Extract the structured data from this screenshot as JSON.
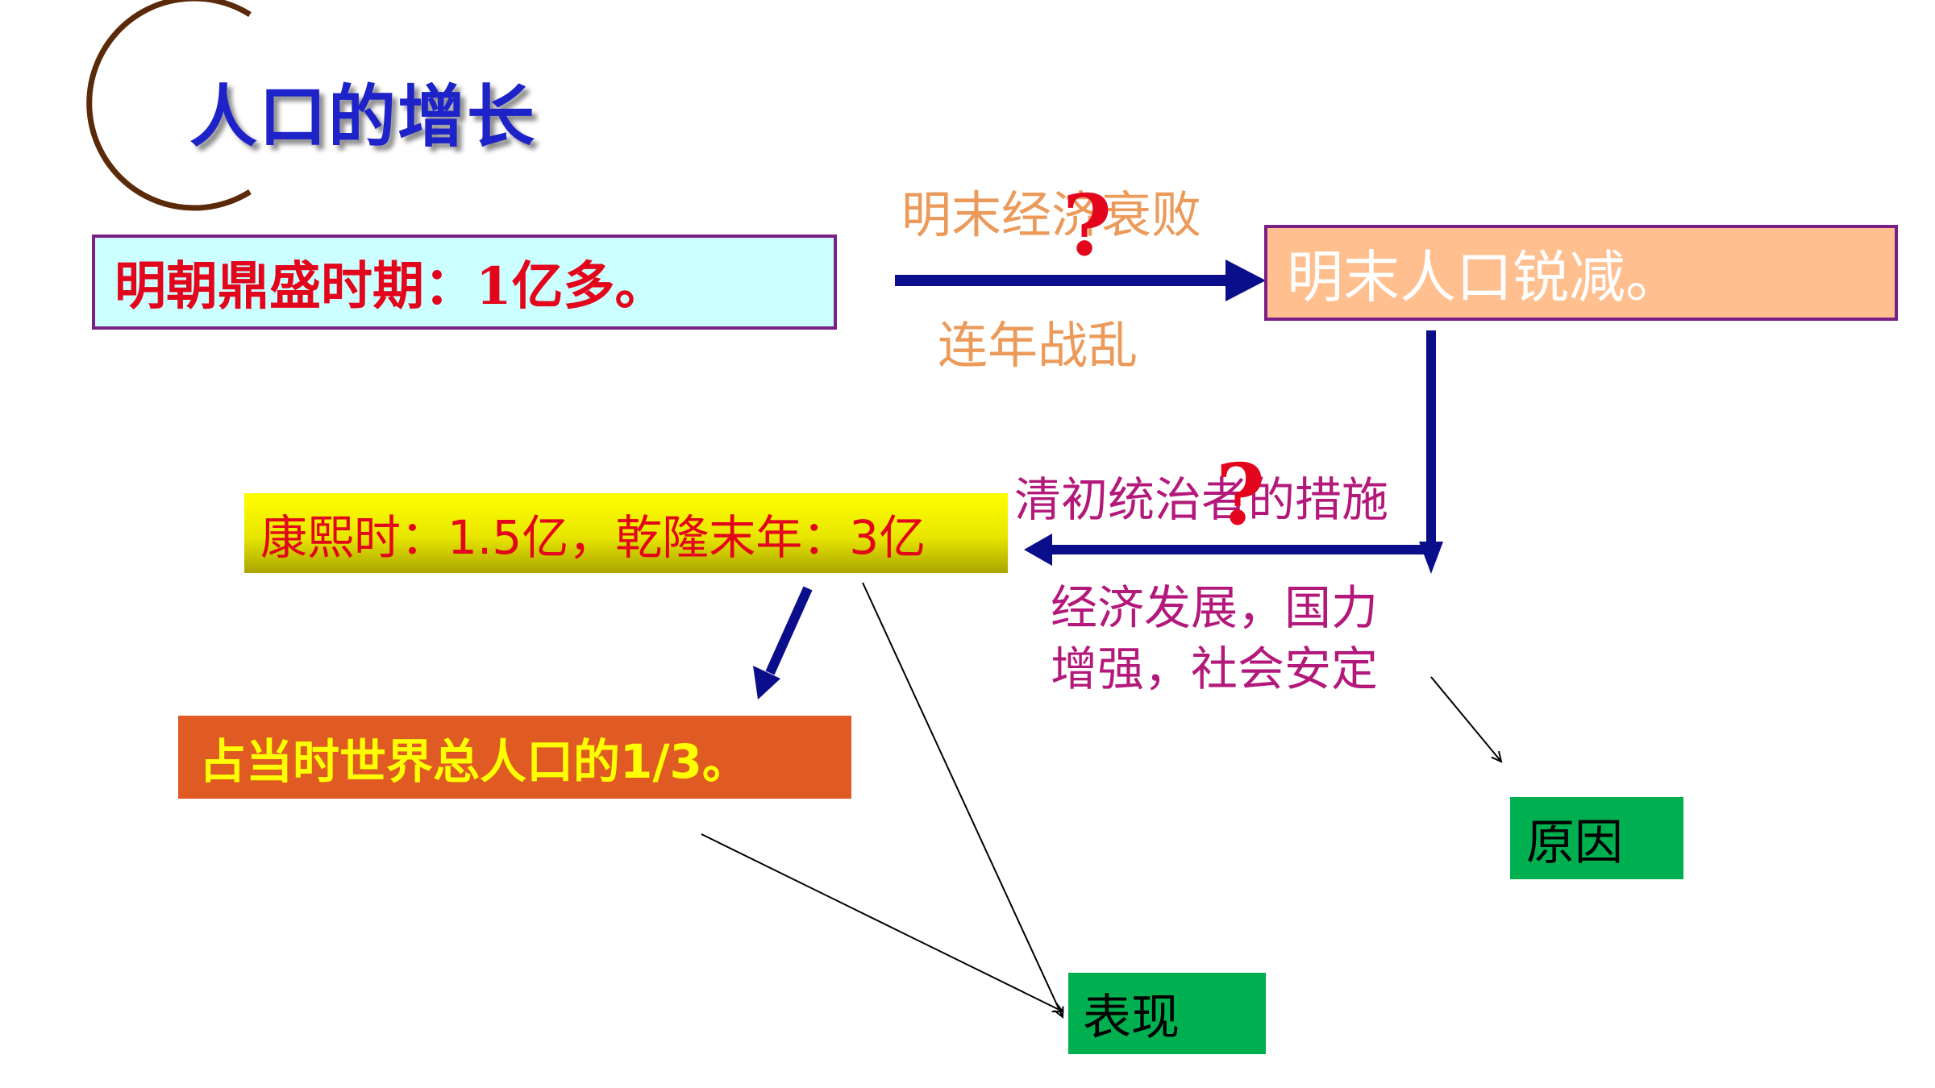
{
  "title": "人口的增长",
  "boxes": {
    "ming_peak": "明朝鼎盛时期：1亿多。",
    "ming_decline": "明末人口锐减。",
    "qing_population": "康熙时：1.5亿，乾隆末年：3亿",
    "world_share": "占当时世界总人口的1/3。",
    "cause": "原因",
    "manifestation": "表现"
  },
  "labels": {
    "ming_economy": "明末经济衰败",
    "wars": "连年战乱",
    "qing_measures": "清初统治者的措施",
    "qing_result_line1": "经济发展，国力",
    "qing_result_line2": "增强，社会安定"
  },
  "question_mark": "?",
  "colors": {
    "title": "#1d22c9",
    "arrow": "#0b0e8a",
    "red_text": "#e3051b",
    "tan_text": "#ec9a5a",
    "magenta_text": "#b3197b",
    "ming_box_bg": "#ccffff",
    "decline_box_bg": "#ffbf8f",
    "box_border": "#7a1f88",
    "world_box_bg": "#e05a24",
    "green_box_bg": "#00b050",
    "arc": "#5a2a0a"
  }
}
